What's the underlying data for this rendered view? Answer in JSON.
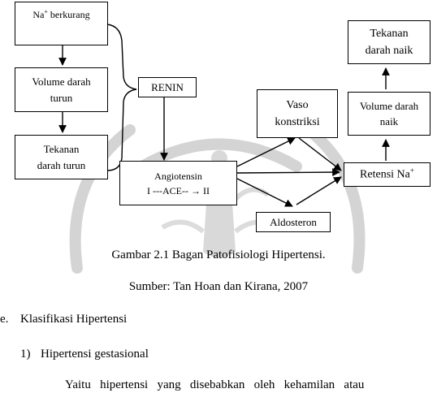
{
  "diagram": {
    "na_berkurang": {
      "text": "Na",
      "sup": "+",
      "rest": " berkurang"
    },
    "volume_turun": {
      "line1": "Volume darah",
      "line2": "turun"
    },
    "tekanan_turun": {
      "line1": "Tekanan",
      "line2": "darah turun"
    },
    "renin": "RENIN",
    "angiotensin": {
      "line1": "Angiotensin",
      "line2": "I ---ACE-- → II"
    },
    "vaso": {
      "line1": "Vaso",
      "line2": "konstriksi"
    },
    "aldosteron": "Aldosteron",
    "retensi": {
      "text": "Retensi Na",
      "sup": "+"
    },
    "volume_naik": {
      "line1": "Volume darah",
      "line2": "naik"
    },
    "tekanan_naik": {
      "line1": "Tekanan",
      "line2": "darah naik"
    }
  },
  "document": {
    "caption": "Gambar 2.1 Bagan Patofisiologi Hipertensi.",
    "source": "Sumber: Tan Hoan dan Kirana, 2007",
    "section_marker": "e.",
    "section_title": "Klasifikasi Hipertensi",
    "item_number": "1)",
    "item_title": "Hipertensi gestasional",
    "body_text": "Yaitu   hipertensi   yang   disebabkan   oleh   kehamilan   atau"
  }
}
